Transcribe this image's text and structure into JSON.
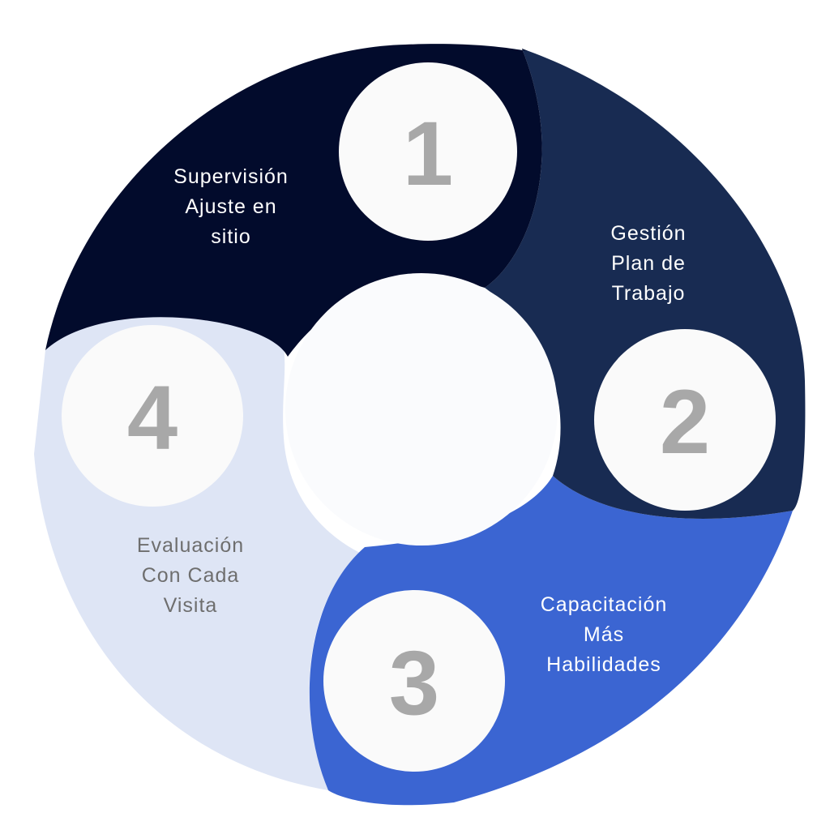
{
  "colors": {
    "segment_1": "#020b2c",
    "segment_2": "#182b52",
    "segment_3": "#3b65d2",
    "segment_4": "#dee5f5",
    "center": "#fafbfd",
    "number_circle": "#fafafa",
    "number_text": "#a8a8a8",
    "label_light": "#ffffff",
    "label_dark": "#6e6e6e"
  },
  "steps": [
    {
      "number": "1",
      "lines": [
        "Supervisión",
        "Ajuste en",
        "sitio"
      ]
    },
    {
      "number": "2",
      "lines": [
        "Gestión",
        "Plan de",
        "Trabajo"
      ]
    },
    {
      "number": "3",
      "lines": [
        "Capacitación",
        "Más",
        "Habilidades"
      ]
    },
    {
      "number": "4",
      "lines": [
        "Evaluación",
        "Con Cada",
        "Visita"
      ]
    }
  ]
}
